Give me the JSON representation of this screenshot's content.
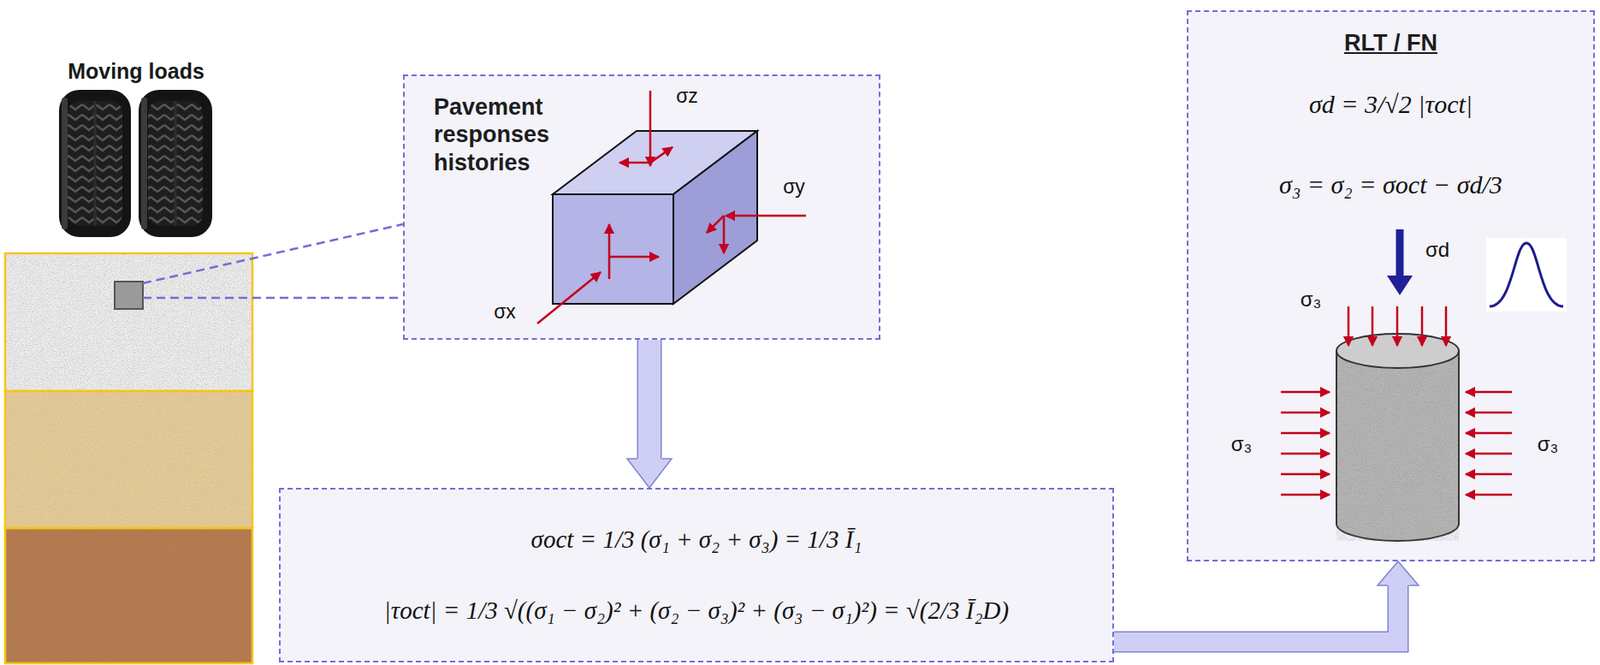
{
  "diagram": {
    "nodes": [
      {
        "text": [
          "Pavement responses histories"
        ]
      },
      {
        "text": [
          "σoct = 1/3 (σ₁ + σ₂ + σ₃) = 1/3 Ī₁",
          "|τoct| = 1/3 √((σ₁ − σ₂)² + (σ₂ − σ₃)² + (σ₃ − σ₁)²) = √(2/3 Ī₂D)"
        ]
      },
      {
        "text": [
          "RLT / FN",
          "σd = 3/√2 |τoct|",
          "σ₃ = σ₂ = σoct − σd/3"
        ]
      }
    ],
    "edges": [
      {
        "from": 0,
        "to": 1,
        "arrow": "to"
      },
      {
        "from": 1,
        "to": 2,
        "arrow": "to"
      }
    ],
    "labels": [
      "Moving loads",
      "σz",
      "σy",
      "σx",
      "σd",
      "σ₃",
      "σ₃",
      "σ₃"
    ]
  }
}
